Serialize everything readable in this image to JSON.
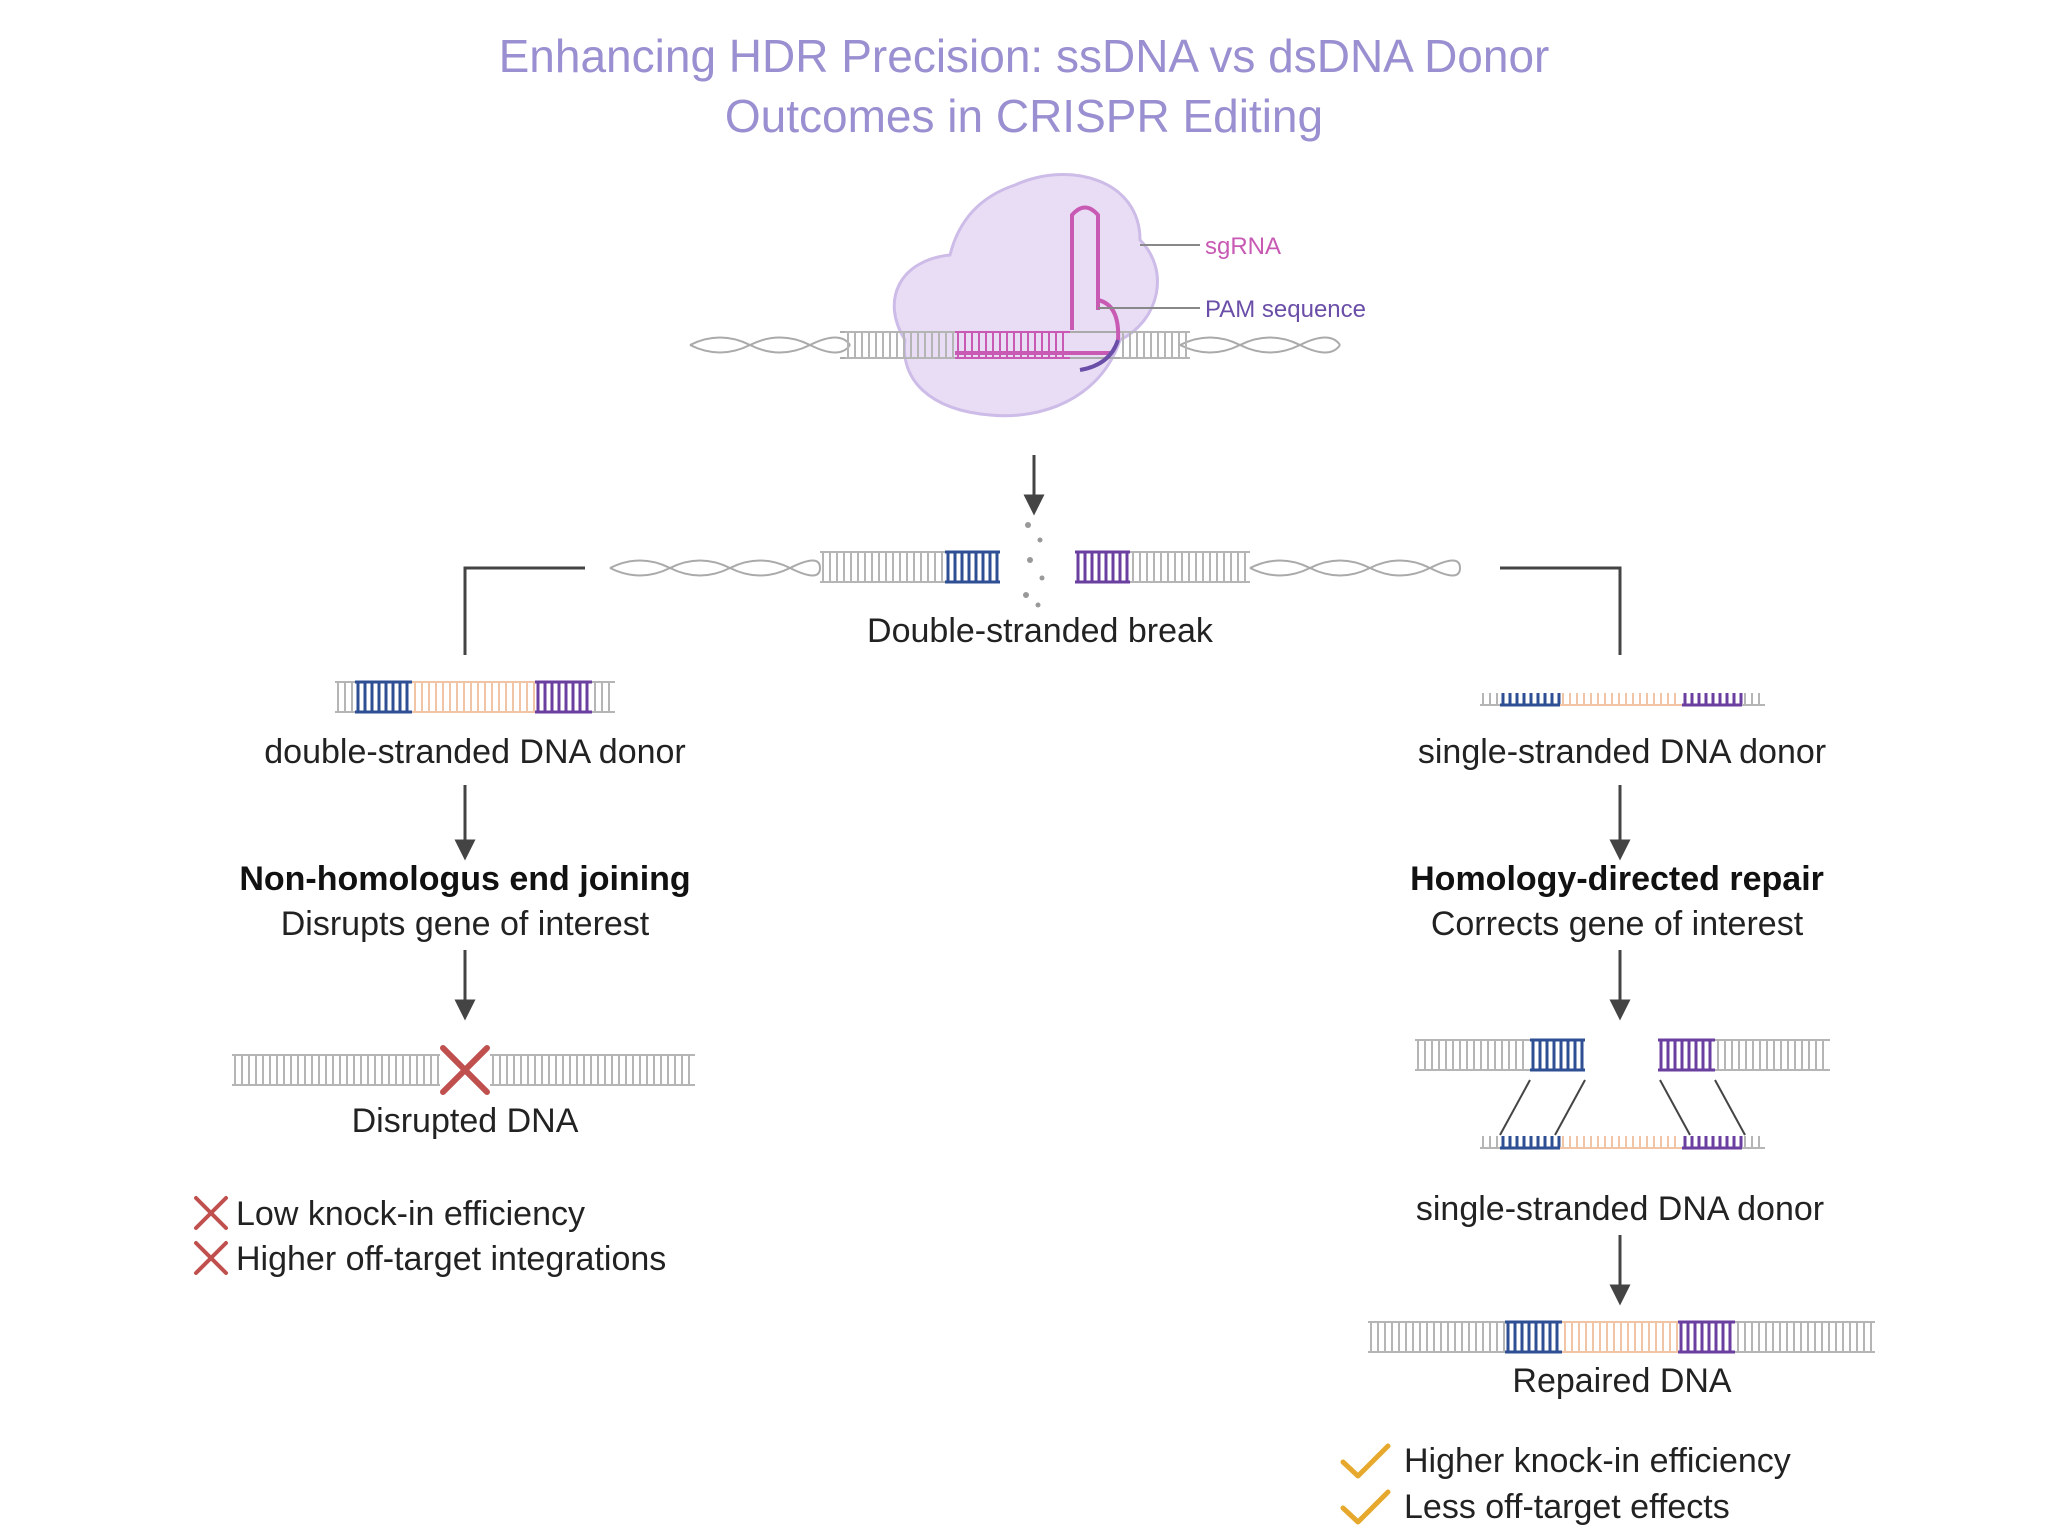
{
  "title": {
    "line1": "Enhancing HDR Precision: ssDNA vs dsDNA Donor",
    "line2": "Outcomes in CRISPR Editing"
  },
  "cas9": {
    "sgrna_label": "sgRNA",
    "pam_label": "PAM sequence"
  },
  "break_label": "Double-stranded break",
  "left": {
    "donor_label": "double-stranded DNA donor",
    "pathway_title": "Non-homologus end joining",
    "pathway_desc": "Disrupts gene of interest",
    "result_label": "Disrupted DNA",
    "outcomes": [
      "Low knock-in efficiency",
      "Higher off-target integrations"
    ]
  },
  "right": {
    "donor_label": "single-stranded DNA donor",
    "pathway_title": "Homology-directed repair",
    "pathway_desc": "Corrects gene of interest",
    "donor_label_2": "single-stranded DNA donor",
    "result_label": "Repaired DNA",
    "outcomes": [
      "Higher knock-in efficiency",
      "Less off-target effects"
    ]
  },
  "colors": {
    "title": "#9a8fd0",
    "blue_arm": "#2e4f93",
    "purple_arm": "#6a3fa0",
    "insert": "#f2c4a6",
    "cross": "#c0504d",
    "check": "#e6a92e",
    "sgrna": "#c85ab4",
    "cas9_body": "#e8ddf5"
  }
}
